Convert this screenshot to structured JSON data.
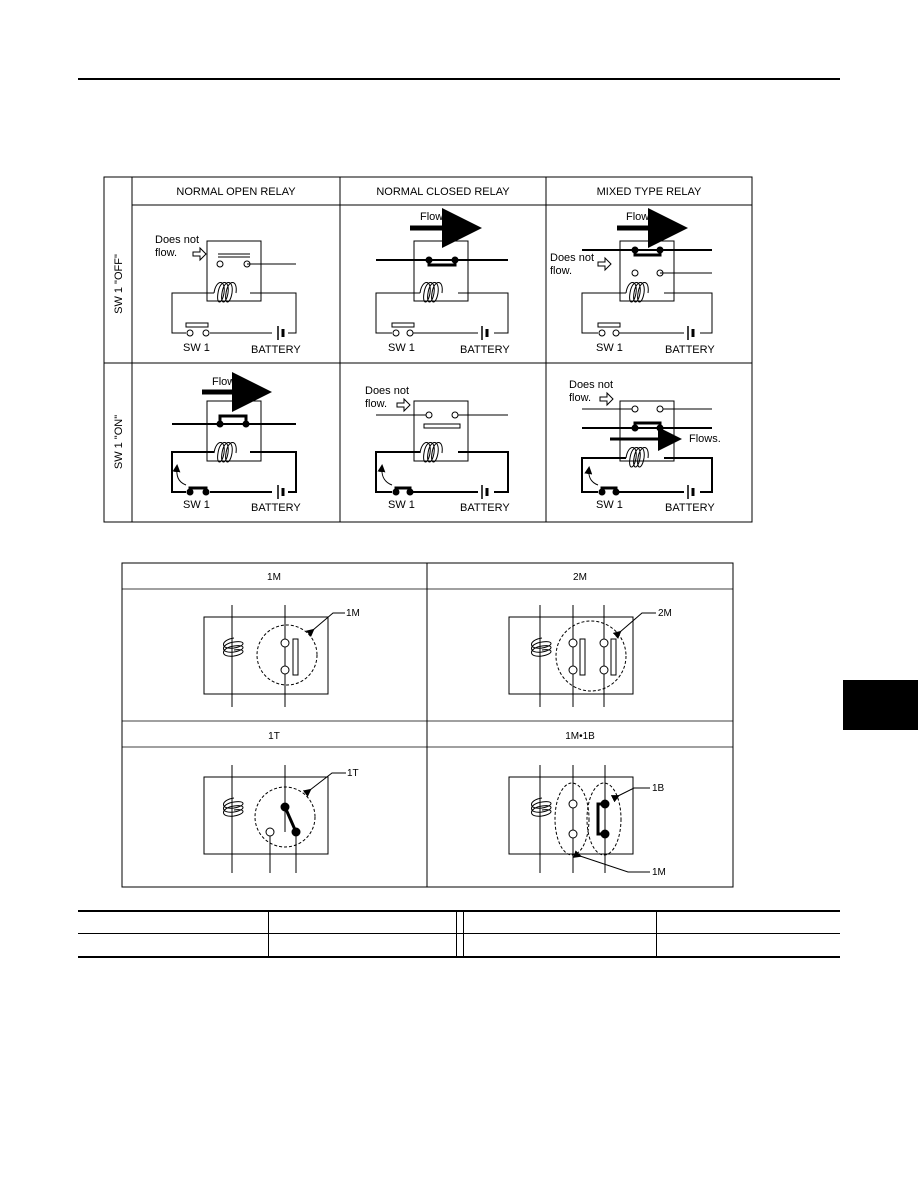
{
  "relay_types_table": {
    "columns": [
      "NORMAL OPEN RELAY",
      "NORMAL CLOSED RELAY",
      "MIXED TYPE RELAY"
    ],
    "rows": [
      "SW 1 \"OFF\"",
      "SW 1 \"ON\""
    ],
    "labels": {
      "flows": "Flows.",
      "does_not": "Does not",
      "flow": "flow.",
      "sw1": "SW 1",
      "battery": "BATTERY"
    }
  },
  "contact_types_table": {
    "headers": [
      "1M",
      "2M",
      "1T",
      "1M•1B"
    ],
    "callouts": {
      "m1": "1M",
      "m2": "2M",
      "t1": "1T",
      "b1": "1B",
      "m1_combo": "1M"
    }
  }
}
